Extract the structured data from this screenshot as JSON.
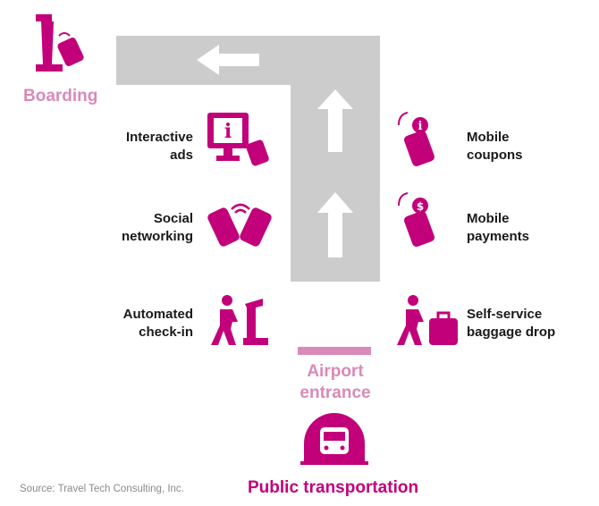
{
  "colors": {
    "magenta": "#c2007a",
    "light_pink": "#d98ab8",
    "path_gray": "#cccccc",
    "arrow_white": "#ffffff",
    "text": "#1a1a1a"
  },
  "labels": {
    "boarding": "Boarding",
    "interactive_ads": [
      "Interactive",
      "ads"
    ],
    "social_networking": [
      "Social",
      "networking"
    ],
    "automated_checkin": [
      "Automated",
      "check-in"
    ],
    "mobile_coupons": [
      "Mobile",
      "coupons"
    ],
    "mobile_payments": [
      "Mobile",
      "payments"
    ],
    "self_service": [
      "Self-service",
      "baggage drop"
    ],
    "airport_entrance": [
      "Airport",
      "entrance"
    ],
    "public_transportation": "Public transportation",
    "source": "Source: Travel Tech Consulting, Inc."
  },
  "icons": {
    "boarding": "kiosk-phone-icon",
    "interactive_ads": "info-screen-phone-icon",
    "social_networking": "two-phones-wifi-icon",
    "automated_checkin": "walker-kiosk-icon",
    "mobile_coupons": "phone-info-icon",
    "mobile_payments": "phone-dollar-icon",
    "self_service": "walker-suitcase-icon",
    "public_transportation": "train-icon"
  }
}
